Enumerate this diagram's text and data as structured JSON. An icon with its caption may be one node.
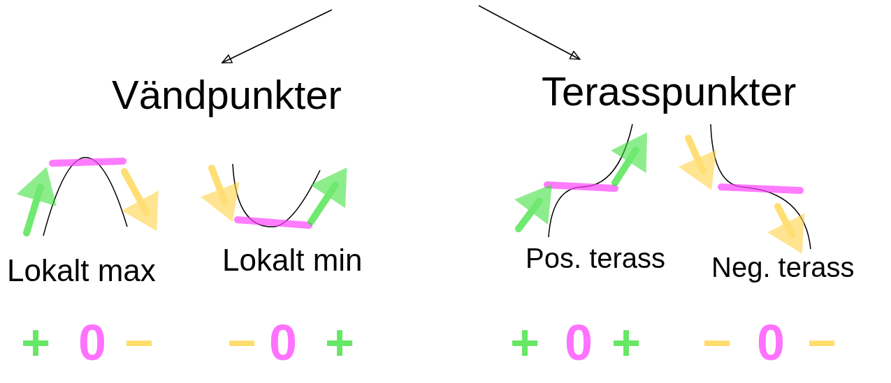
{
  "diagram": {
    "nodes": [
      {
        "text": [
          "Vändpunkter"
        ]
      },
      {
        "text": [
          "Terasspunkter"
        ]
      },
      {
        "text": [
          "Lokalt max"
        ]
      },
      {
        "text": [
          "Lokalt min"
        ]
      },
      {
        "text": [
          "Pos. terass"
        ]
      },
      {
        "text": [
          "Neg. terass"
        ]
      }
    ],
    "edges": [
      {
        "from": null,
        "to": 0,
        "arrow": "to"
      },
      {
        "from": null,
        "to": 1,
        "arrow": "to"
      }
    ],
    "labels": [
      "+",
      "0",
      "−",
      "−",
      "0",
      "+",
      "+",
      "0",
      "+",
      "−",
      "0",
      "−"
    ]
  }
}
